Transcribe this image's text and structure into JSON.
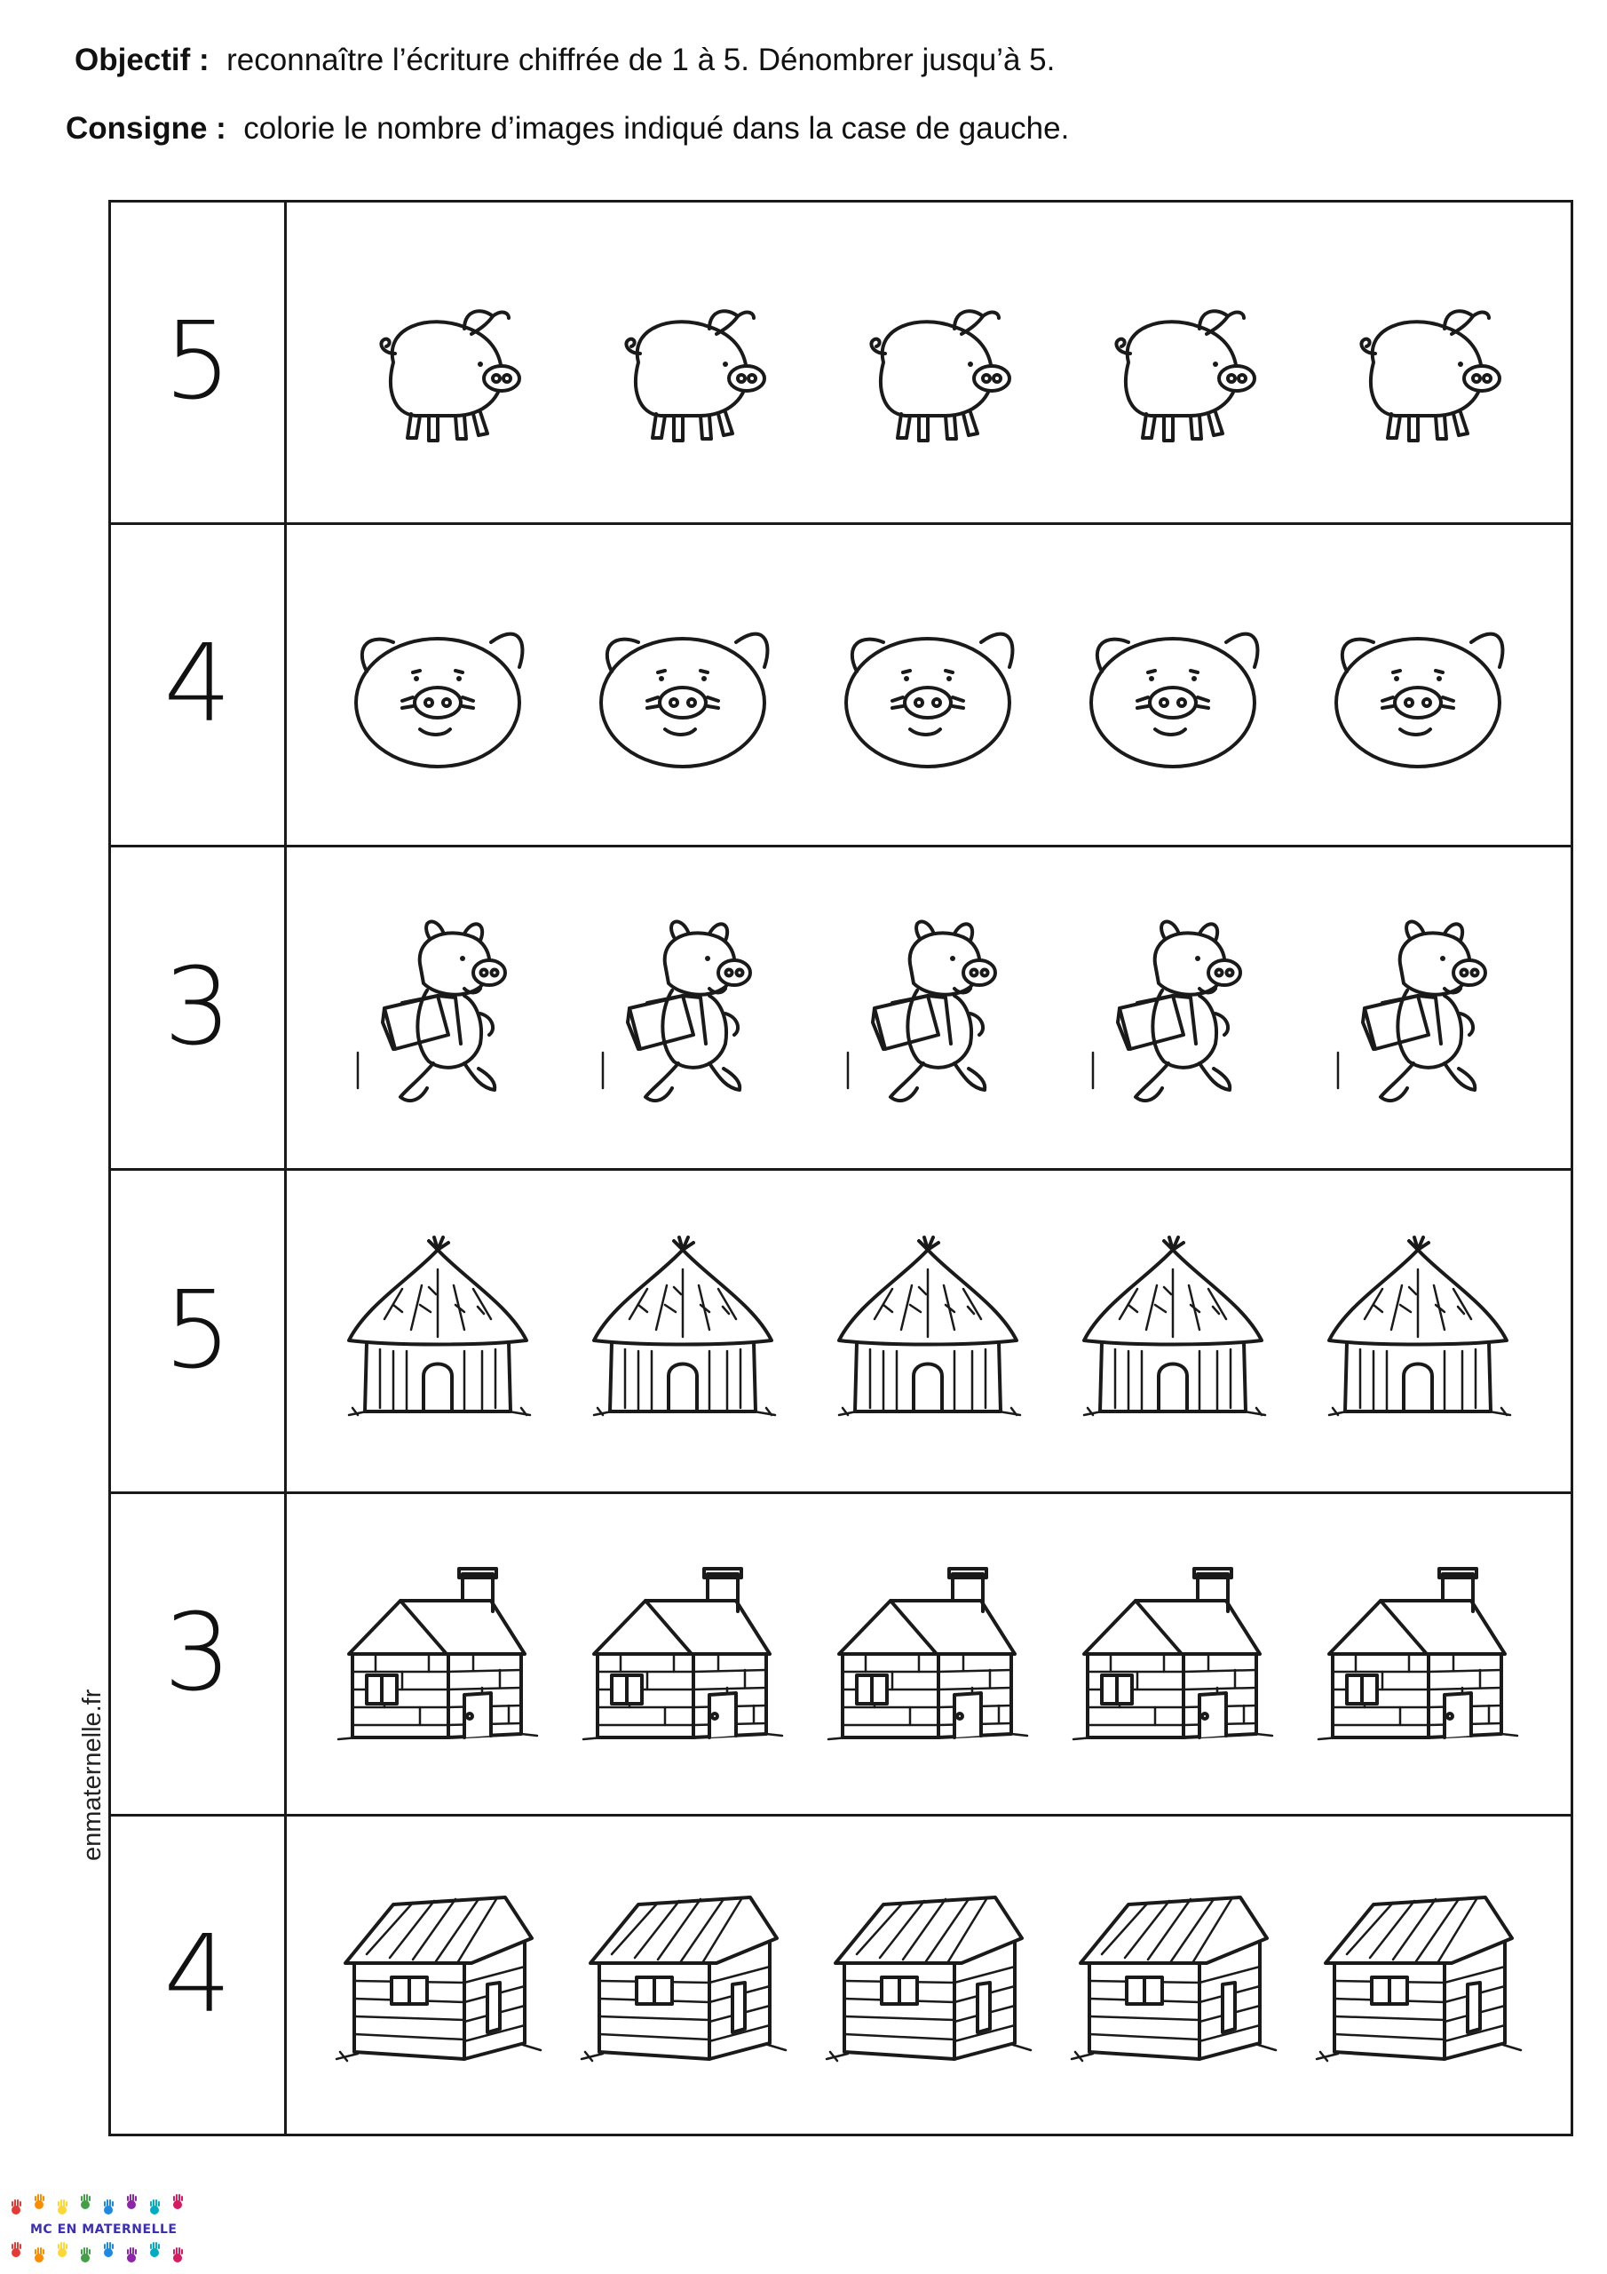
{
  "header": {
    "objective_label": "Objectif :",
    "objective_text": "reconnaître l’écriture chiffrée de 1 à 5. Dénombrer jusqu’à 5.",
    "instruction_label": "Consigne :",
    "instruction_text": "colorie le nombre d’images indiqué dans la case de gauche."
  },
  "rows": [
    {
      "number": "5",
      "picture": "walking-pig-icon",
      "picture_count": 5
    },
    {
      "number": "4",
      "picture": "pig-face-icon",
      "picture_count": 5
    },
    {
      "number": "3",
      "picture": "pig-with-schoolbag-icon",
      "picture_count": 5
    },
    {
      "number": "5",
      "picture": "straw-hut-icon",
      "picture_count": 5
    },
    {
      "number": "3",
      "picture": "brick-house-icon",
      "picture_count": 5
    },
    {
      "number": "4",
      "picture": "wooden-house-icon",
      "picture_count": 5
    }
  ],
  "footer": {
    "site_credit": "enmaternelle.fr",
    "logo_text": "MC EN MATERNELLE",
    "logo_hand_colors": [
      "#e53935",
      "#fb8c00",
      "#fdd835",
      "#43a047",
      "#1e88e5",
      "#8e24aa",
      "#00acc1",
      "#d81b60"
    ]
  }
}
